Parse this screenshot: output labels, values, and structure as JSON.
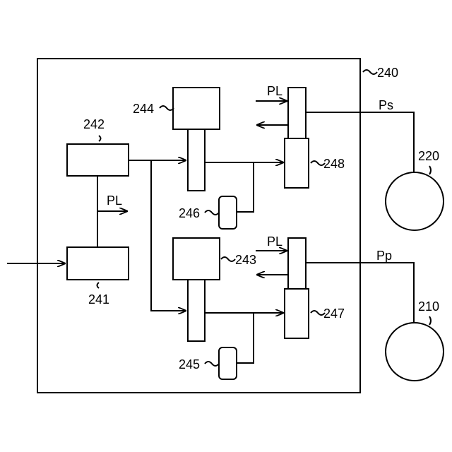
{
  "labels": {
    "box_240": "240",
    "box_241": "241",
    "box_242": "242",
    "box_243": "243",
    "box_244": "244",
    "box_245": "245",
    "box_246": "246",
    "box_247": "247",
    "box_248": "248",
    "circle_210": "210",
    "circle_220": "220",
    "line_ps": "Ps",
    "line_pp": "Pp",
    "pl_mid": "PL",
    "pl_top": "PL",
    "pl_bottom": "PL"
  },
  "icons": [
    "arrow-right-icon",
    "arrow-left-icon",
    "squiggle-leader-icon"
  ]
}
